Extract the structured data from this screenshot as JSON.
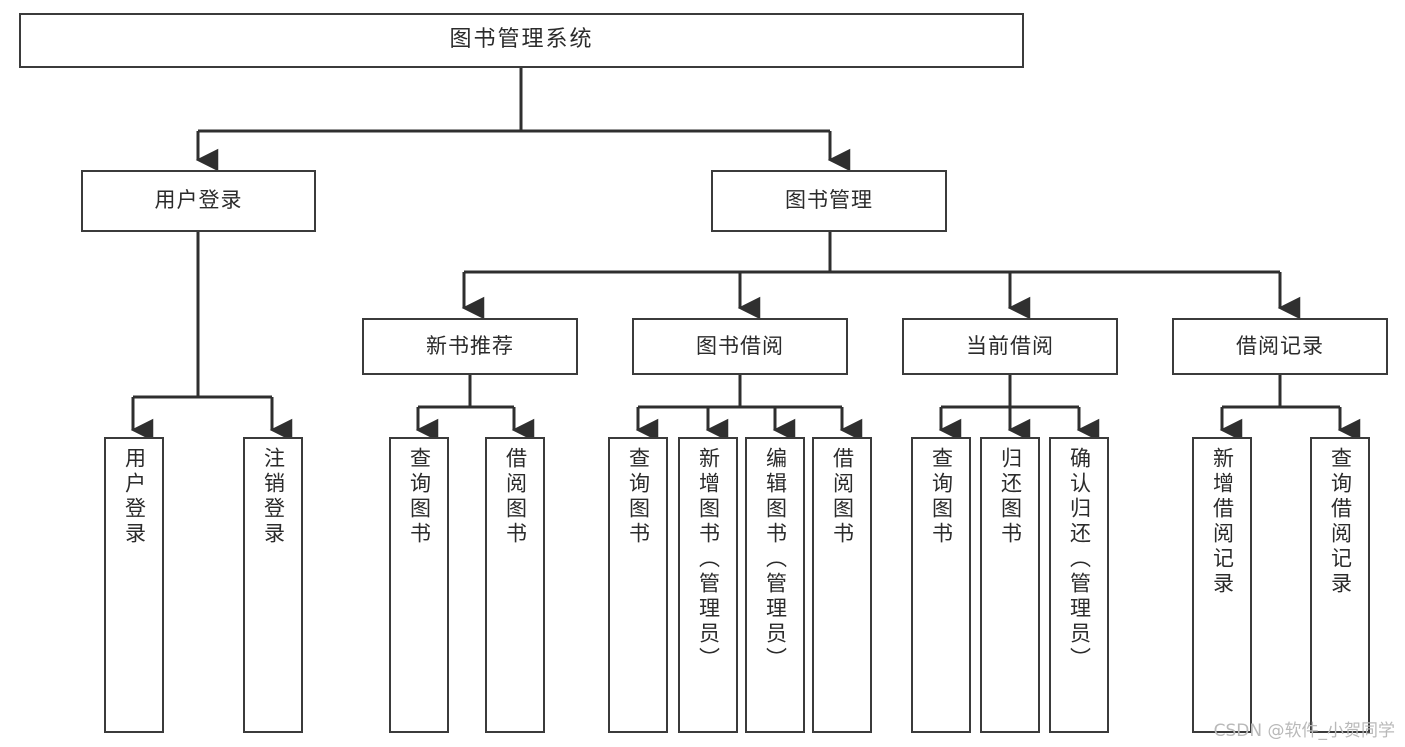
{
  "diagram": {
    "type": "tree-hierarchy",
    "title": "图书管理系统",
    "orientation": "top-down",
    "colors": {
      "box_border": "#3b3b3b",
      "box_fill": "#ffffff",
      "line": "#2f2f2f",
      "text": "#2b2b2b",
      "watermark": "#b9b9b9",
      "background": "#ffffff"
    },
    "watermark": "CSDN @软件_小贺同学",
    "nodes": {
      "root": {
        "label": "图书管理系统"
      },
      "level2": [
        {
          "label": "用户登录"
        },
        {
          "label": "图书管理"
        }
      ],
      "level3": [
        {
          "label": "新书推荐"
        },
        {
          "label": "图书借阅"
        },
        {
          "label": "当前借阅"
        },
        {
          "label": "借阅记录"
        }
      ],
      "leaves": {
        "user_login": [
          {
            "label": "用户登录"
          },
          {
            "label": "注销登录"
          }
        ],
        "new_book_recommend": [
          {
            "label": "查询图书"
          },
          {
            "label": "借阅图书"
          }
        ],
        "book_borrow": [
          {
            "label": "查询图书"
          },
          {
            "label": "新增图书（管理员）"
          },
          {
            "label": "编辑图书（管理员）"
          },
          {
            "label": "借阅图书"
          }
        ],
        "current_borrow": [
          {
            "label": "查询图书"
          },
          {
            "label": "归还图书"
          },
          {
            "label": "确认归还（管理员）"
          }
        ],
        "borrow_record": [
          {
            "label": "新增借阅记录"
          },
          {
            "label": "查询借阅记录"
          }
        ]
      }
    }
  }
}
